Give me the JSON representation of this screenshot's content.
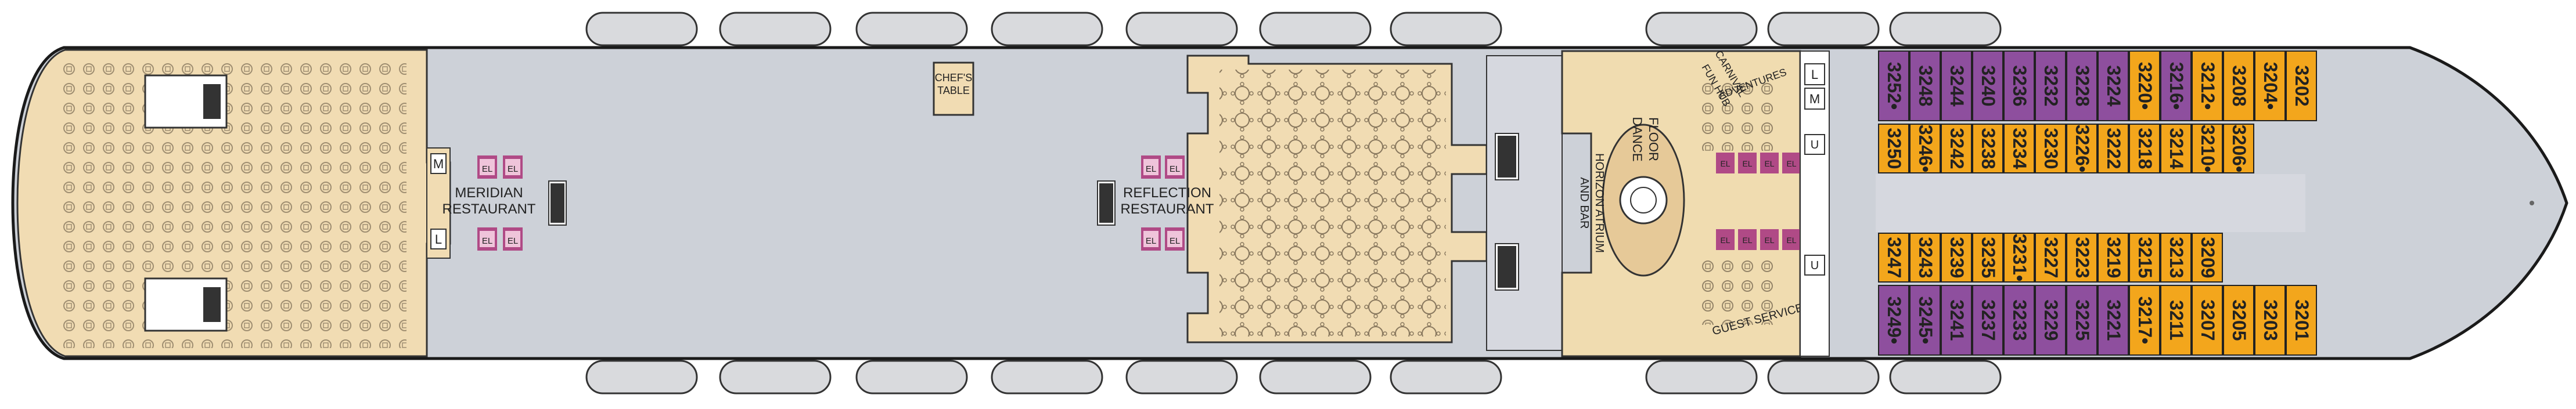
{
  "colors": {
    "background": "#ffffff",
    "hull_fill": "#cdd1d8",
    "hull_outline": "#1a1a1a",
    "dining_fill": "#f1dcb3",
    "atrium_fill": "#f0dcb0",
    "open_area": "#d6d8df",
    "lifeboat": "#d9dadd",
    "cabin_orange": "#f3a61c",
    "cabin_purple": "#8e4f9e",
    "elevator": "#b04a86",
    "elevator_inner": "#efc4da"
  },
  "venues": {
    "meridian": [
      "MERIDIAN",
      "RESTAURANT"
    ],
    "reflection": [
      "REFLECTION",
      "RESTAURANT"
    ],
    "chefs_table": [
      "CHEF'S",
      "TABLE"
    ],
    "dance_floor": [
      "DANCE",
      "FLOOR"
    ],
    "horizon_atrium": [
      "HORIZON ATRIUM",
      "AND BAR"
    ],
    "fun_hub": [
      "CARNIVAL",
      "FUN HUB"
    ],
    "adventures": "ADVENTURES",
    "guest_services": "GUEST SERVICES"
  },
  "facility_labels": {
    "men": "M",
    "ladies": "L",
    "elevator": "EL",
    "utility": "U"
  },
  "cabins": {
    "top_outer": [
      {
        "id": "3252•",
        "type": "purple"
      },
      {
        "id": "3248",
        "type": "purple"
      },
      {
        "id": "3244",
        "type": "purple"
      },
      {
        "id": "3240",
        "type": "purple"
      },
      {
        "id": "3236",
        "type": "purple"
      },
      {
        "id": "3232",
        "type": "purple"
      },
      {
        "id": "3228",
        "type": "purple"
      },
      {
        "id": "3224",
        "type": "purple"
      },
      {
        "id": "3220•",
        "type": "orange"
      },
      {
        "id": "3216•",
        "type": "purple"
      },
      {
        "id": "3212•",
        "type": "orange"
      },
      {
        "id": "3208",
        "type": "orange"
      },
      {
        "id": "3204•",
        "type": "orange"
      },
      {
        "id": "3202",
        "type": "orange"
      }
    ],
    "top_inner": [
      {
        "id": "3250",
        "type": "orange"
      },
      {
        "id": "3246•",
        "type": "orange"
      },
      {
        "id": "3242",
        "type": "orange"
      },
      {
        "id": "3238",
        "type": "orange"
      },
      {
        "id": "3234",
        "type": "orange"
      },
      {
        "id": "3230",
        "type": "orange"
      },
      {
        "id": "3226•",
        "type": "orange"
      },
      {
        "id": "3222",
        "type": "orange"
      },
      {
        "id": "3218",
        "type": "orange"
      },
      {
        "id": "3214",
        "type": "orange"
      },
      {
        "id": "3210•",
        "type": "orange"
      },
      {
        "id": "3206•",
        "type": "orange"
      }
    ],
    "bottom_inner": [
      {
        "id": "3247",
        "type": "orange"
      },
      {
        "id": "3243",
        "type": "orange"
      },
      {
        "id": "3239",
        "type": "orange"
      },
      {
        "id": "3235",
        "type": "orange"
      },
      {
        "id": "3231•",
        "type": "orange"
      },
      {
        "id": "3227",
        "type": "orange"
      },
      {
        "id": "3223",
        "type": "orange"
      },
      {
        "id": "3219",
        "type": "orange"
      },
      {
        "id": "3215",
        "type": "orange"
      },
      {
        "id": "3213",
        "type": "orange"
      },
      {
        "id": "3209",
        "type": "orange"
      }
    ],
    "bottom_outer": [
      {
        "id": "3249•",
        "type": "purple"
      },
      {
        "id": "3245•",
        "type": "purple"
      },
      {
        "id": "3241",
        "type": "purple"
      },
      {
        "id": "3237",
        "type": "purple"
      },
      {
        "id": "3233",
        "type": "purple"
      },
      {
        "id": "3229",
        "type": "purple"
      },
      {
        "id": "3225",
        "type": "purple"
      },
      {
        "id": "3221",
        "type": "purple"
      },
      {
        "id": "3217•",
        "type": "orange"
      },
      {
        "id": "3211",
        "type": "orange"
      },
      {
        "id": "3207",
        "type": "orange"
      },
      {
        "id": "3205",
        "type": "orange"
      },
      {
        "id": "3203",
        "type": "orange"
      },
      {
        "id": "3201",
        "type": "orange"
      }
    ]
  }
}
